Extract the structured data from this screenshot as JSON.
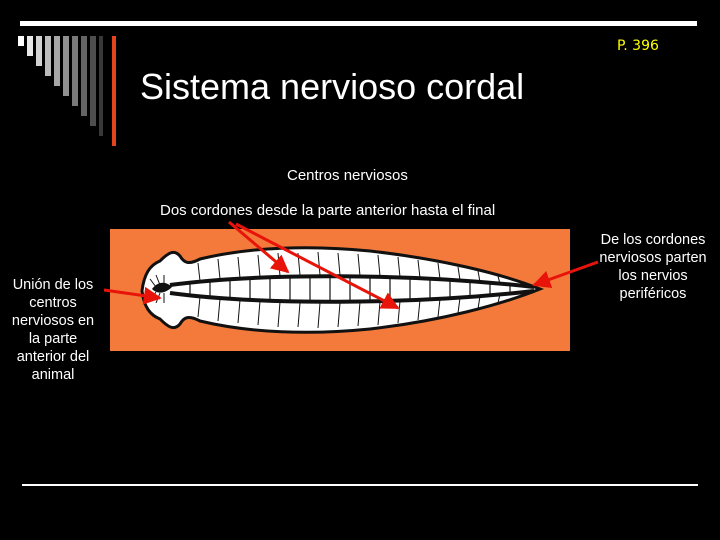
{
  "slide": {
    "page_ref": "P. 396",
    "title": "Sistema nervioso cordal"
  },
  "labels": {
    "centros": "Centros nerviosos",
    "cordones": "Dos cordones desde la parte anterior hasta el final",
    "union_lines": [
      "Unión de los",
      "centros",
      "nerviosos en",
      "la parte",
      "anterior del",
      "animal"
    ],
    "perifericos_lines": [
      "De los cordones",
      "nerviosos parten",
      "los nervios",
      "periféricos"
    ]
  },
  "colors": {
    "background": "#000000",
    "panel": "#f47a3c",
    "arrow": "#e8140a",
    "page_ref": "#ffff00",
    "deco_bar_red": "#e2451d"
  },
  "figure": {
    "subject": "flatworm-nervous-system"
  }
}
